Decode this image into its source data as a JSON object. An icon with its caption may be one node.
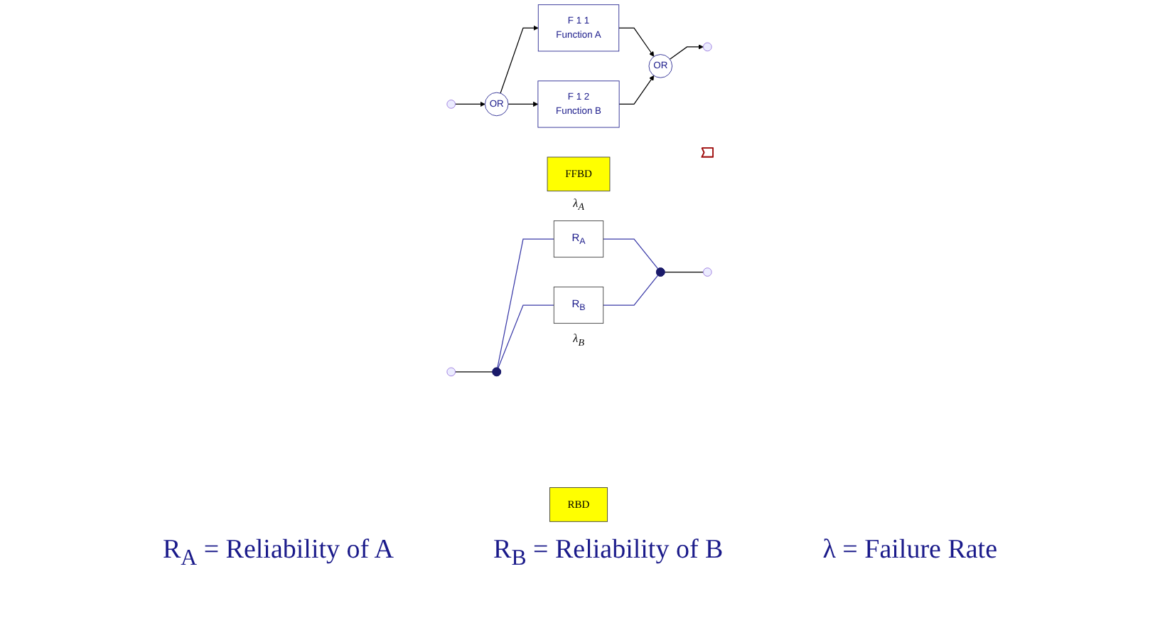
{
  "diagram": {
    "nodes": [
      {
        "text": [
          "FFBD"
        ]
      },
      {
        "text": [
          "RBD"
        ]
      },
      {
        "text": [
          "OR"
        ]
      },
      {
        "text": [
          "F 1 1",
          "Function A"
        ]
      },
      {
        "text": [
          "F 1 2",
          "Function B"
        ]
      },
      {
        "text": [
          "OR"
        ]
      },
      {
        "text": [],
        "shape": "arrow"
      },
      {
        "text": [],
        "shape": "circle"
      },
      {
        "text": [
          "R$_{A}$"
        ],
        "beside": [
          "λ$_{A}$"
        ]
      },
      {
        "text": [
          "R$_{B}$"
        ],
        "beside": [
          "λ$_{B}$"
        ]
      },
      {
        "text": [],
        "shape": "circle"
      }
    ],
    "edges": [
      {
        "from": null,
        "to": 2,
        "arrow": "to"
      },
      {
        "from": 2,
        "to": 3,
        "arrow": "to"
      },
      {
        "from": 2,
        "to": 4,
        "arrow": "to"
      },
      {
        "from": 3,
        "to": 5,
        "arrow": "to"
      },
      {
        "from": 4,
        "to": 5,
        "arrow": "to"
      },
      {
        "from": 5,
        "to": null,
        "arrow": "to"
      },
      {
        "from": null,
        "to": 7,
        "arrow": "none"
      },
      {
        "from": 7,
        "to": 8,
        "arrow": "none",
        "color": "#3a3aa8"
      },
      {
        "from": 7,
        "to": 9,
        "arrow": "none",
        "color": "#3a3aa8"
      },
      {
        "from": 8,
        "to": 10,
        "arrow": "none",
        "color": "#3a3aa8"
      },
      {
        "from": 9,
        "to": 10,
        "arrow": "none",
        "color": "#3a3aa8"
      },
      {
        "from": 10,
        "to": null,
        "arrow": "none"
      }
    ],
    "labels": [
      "R$_{A}$ = Reliability of A",
      "R$_{B}$ = Reliability of B",
      "λ = Failure Rate"
    ]
  }
}
